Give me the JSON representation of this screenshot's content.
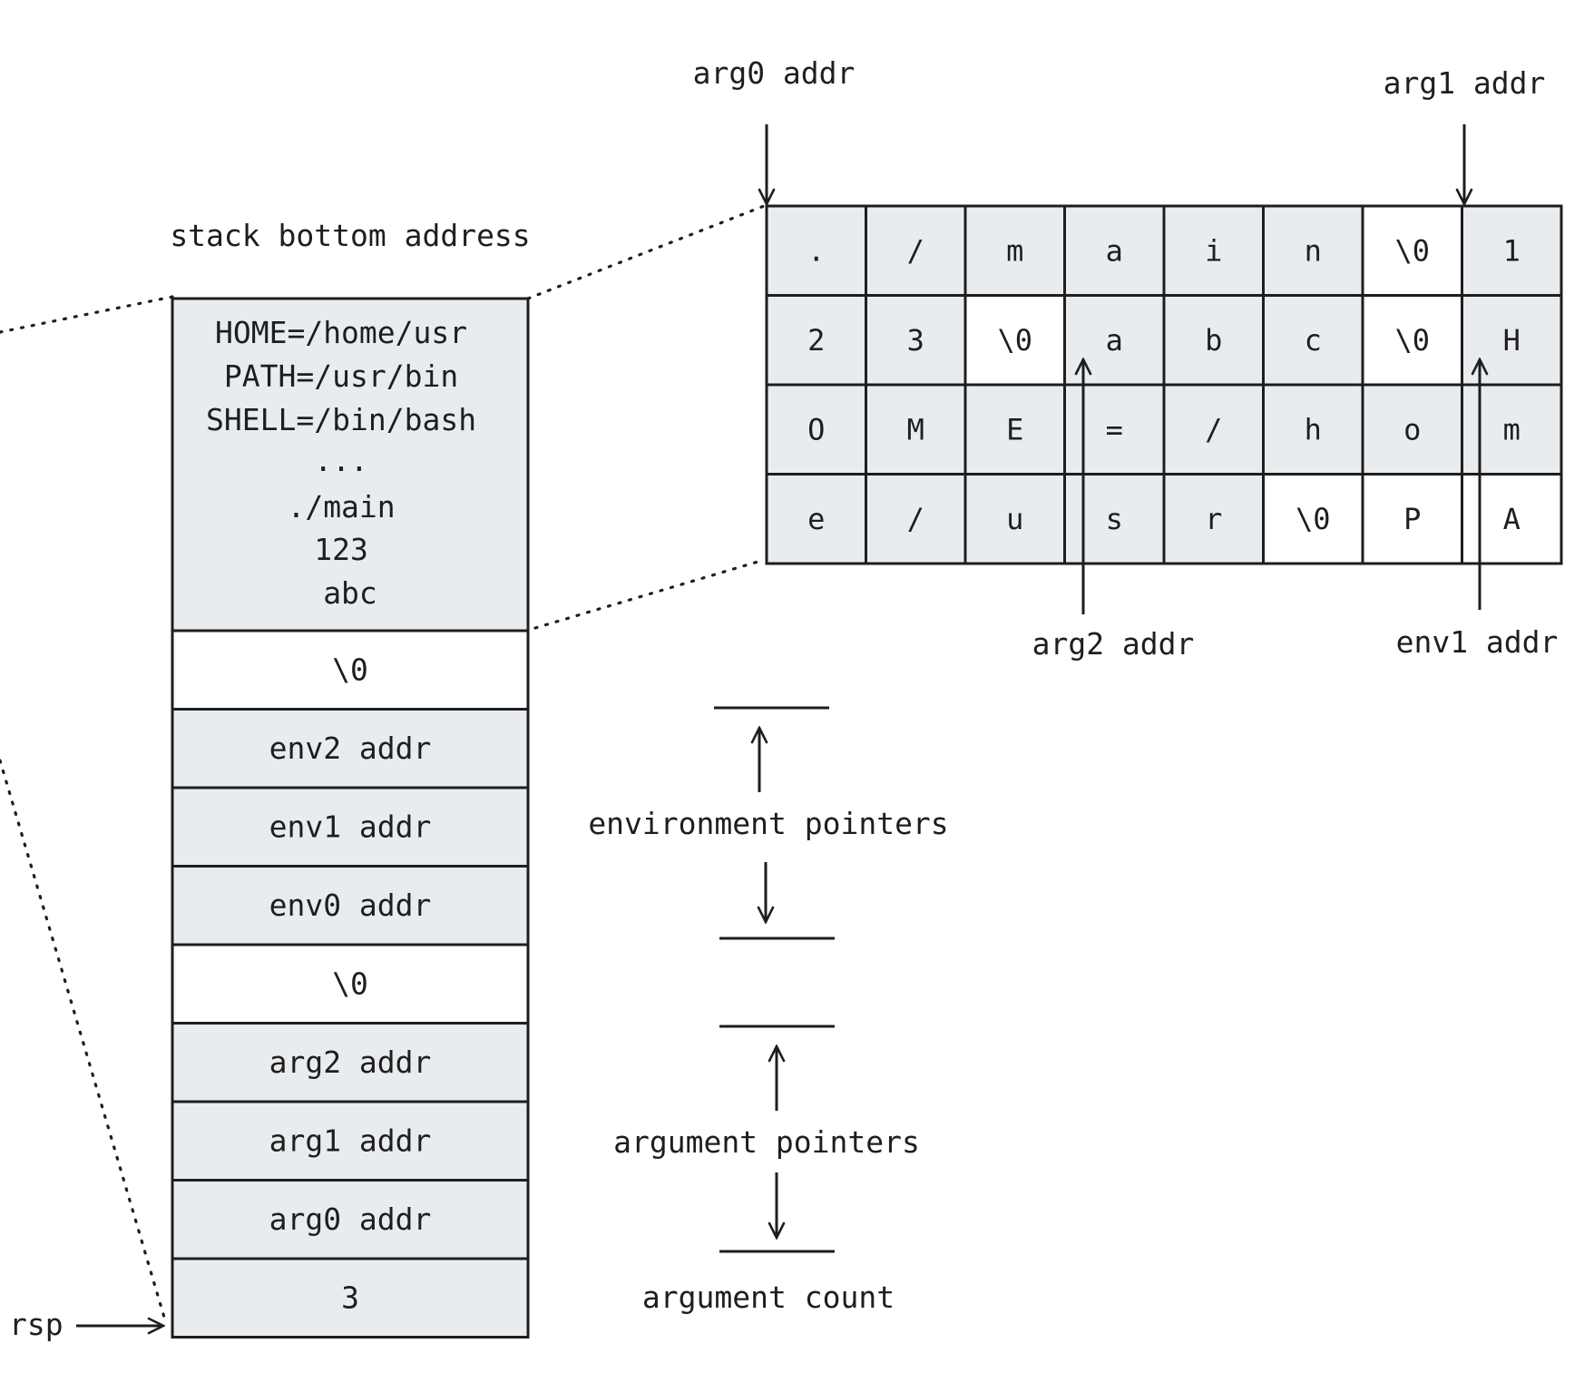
{
  "colors": {
    "cell_fill": "#e9ecef",
    "cell_fill_empty": "#ffffff",
    "stroke": "#1e1e1e"
  },
  "labels": {
    "stack_bottom": "stack bottom address",
    "rsp": "rsp",
    "arg0_addr_top": "arg0 addr",
    "arg1_addr_top": "arg1 addr",
    "arg2_addr_bottom": "arg2 addr",
    "env1_addr_bottom": "env1 addr",
    "environment_pointers": "environment pointers",
    "argument_pointers": "argument pointers",
    "argument_count": "argument count"
  },
  "stack": {
    "strings_block": [
      "HOME=/home/usr",
      "PATH=/usr/bin",
      "SHELL=/bin/bash",
      "...",
      "./main",
      "123",
      "abc"
    ],
    "cells": [
      {
        "text": "\\0",
        "fill": "empty"
      },
      {
        "text": "env2 addr",
        "fill": "gray"
      },
      {
        "text": "env1 addr",
        "fill": "gray"
      },
      {
        "text": "env0 addr",
        "fill": "gray"
      },
      {
        "text": "\\0",
        "fill": "empty"
      },
      {
        "text": "arg2 addr",
        "fill": "gray"
      },
      {
        "text": "arg1 addr",
        "fill": "gray"
      },
      {
        "text": "arg0 addr",
        "fill": "gray"
      },
      {
        "text": "3",
        "fill": "gray"
      }
    ]
  },
  "memory_grid": {
    "rows": [
      [
        ".",
        "/",
        "m",
        "a",
        "i",
        "n",
        "\\0",
        "1"
      ],
      [
        "2",
        "3",
        "\\0",
        "a",
        "b",
        "c",
        "\\0",
        "H"
      ],
      [
        "O",
        "M",
        "E",
        "=",
        "/",
        "h",
        "o",
        "m"
      ],
      [
        "e",
        "/",
        "u",
        "s",
        "r",
        "\\0",
        "P",
        "A"
      ]
    ],
    "empty_cells": [
      [
        0,
        6
      ],
      [
        1,
        2
      ],
      [
        1,
        6
      ],
      [
        3,
        5
      ],
      [
        3,
        6
      ],
      [
        3,
        7
      ]
    ]
  }
}
